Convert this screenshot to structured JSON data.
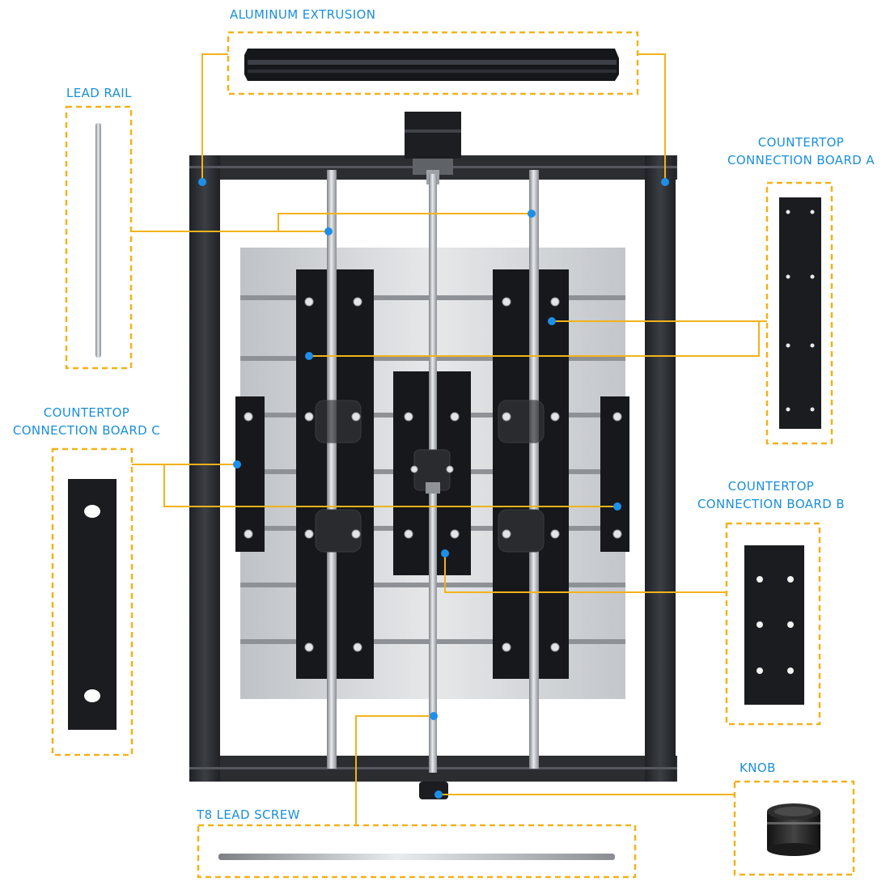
{
  "labels": {
    "aluminum_extrusion": "ALUMINUM EXTRUSION",
    "lead_rail": "LEAD RAIL",
    "board_a_line1": "COUNTERTOP",
    "board_a_line2": "CONNECTION BOARD A",
    "board_c_line1": "COUNTERTOP",
    "board_c_line2": "CONNECTION BOARD C",
    "board_b_line1": "COUNTERTOP",
    "board_b_line2": "CONNECTION BOARD B",
    "knob": "KNOB",
    "t8_lead_screw": "T8 LEAD SCREW"
  },
  "colors": {
    "callout": "#f2b21b",
    "label": "#1a8fd9",
    "marker": "#1e8fe8",
    "frame": "#2b2d31",
    "plate": "#d4d6d9",
    "rail": "#b9bcc0"
  }
}
